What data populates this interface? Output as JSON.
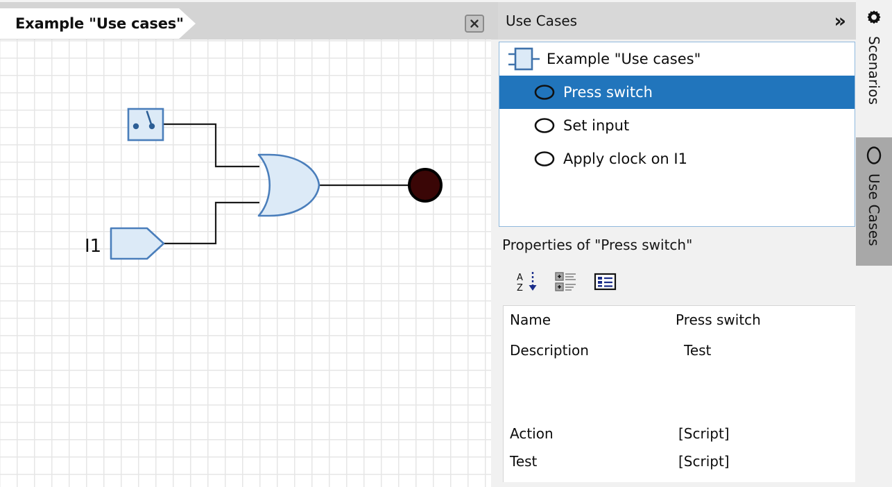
{
  "editor": {
    "tab": {
      "label": "Example \"Use cases\"",
      "close_icon": "close-icon"
    },
    "canvas": {
      "input_label": "I1",
      "components": [
        "switch",
        "or-gate",
        "input-pin",
        "led"
      ],
      "colors": {
        "component_fill": "#dceaf7",
        "component_stroke": "#4a7ebb",
        "wire": "#1a1a1a",
        "led_off": "#3a0606",
        "grid": "#e6e6e6"
      }
    }
  },
  "panel": {
    "title": "Use Cases",
    "collapse_icon": "»",
    "tree": {
      "root": {
        "label": "Example \"Use cases\"",
        "icon": "circuit-block-icon"
      },
      "items": [
        {
          "label": "Press switch",
          "icon": "use-case-icon",
          "selected": true
        },
        {
          "label": "Set input",
          "icon": "use-case-icon",
          "selected": false
        },
        {
          "label": "Apply clock on I1",
          "icon": "use-case-icon",
          "selected": false
        }
      ],
      "selection_color": "#2175bc"
    },
    "properties": {
      "title": "Properties of \"Press switch\"",
      "toolbar": [
        {
          "name": "sort-alphabetical-icon"
        },
        {
          "name": "sort-categorized-icon"
        },
        {
          "name": "property-pages-icon"
        }
      ],
      "rows": [
        {
          "name": "Name",
          "value": "Press switch"
        },
        {
          "name": "Description",
          "value": "Test"
        },
        {
          "name": "Action",
          "value": "[Script]"
        },
        {
          "name": "Test",
          "value": "[Script]"
        }
      ]
    }
  },
  "rail": {
    "tabs": [
      {
        "label": "Scenarios",
        "icon": "gear-icon",
        "selected": false
      },
      {
        "label": "Use Cases",
        "icon": "use-case-icon",
        "selected": true
      }
    ]
  }
}
